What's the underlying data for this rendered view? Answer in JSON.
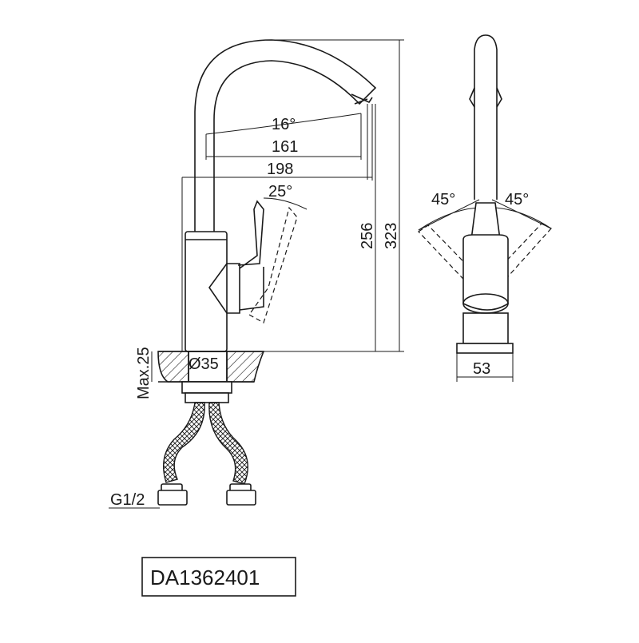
{
  "drawing": {
    "dimensions": {
      "angle_spout": "16°",
      "reach_inner": "161",
      "reach_outer": "198",
      "angle_lever": "25°",
      "height_outlet": "256",
      "height_total": "323",
      "deck_thickness": "Max.25",
      "hole_diameter": "Ø35",
      "connection": "G1/2",
      "angle_left": "45°",
      "angle_right": "45°",
      "base_width": "53"
    },
    "model_code": "DA1362401"
  }
}
